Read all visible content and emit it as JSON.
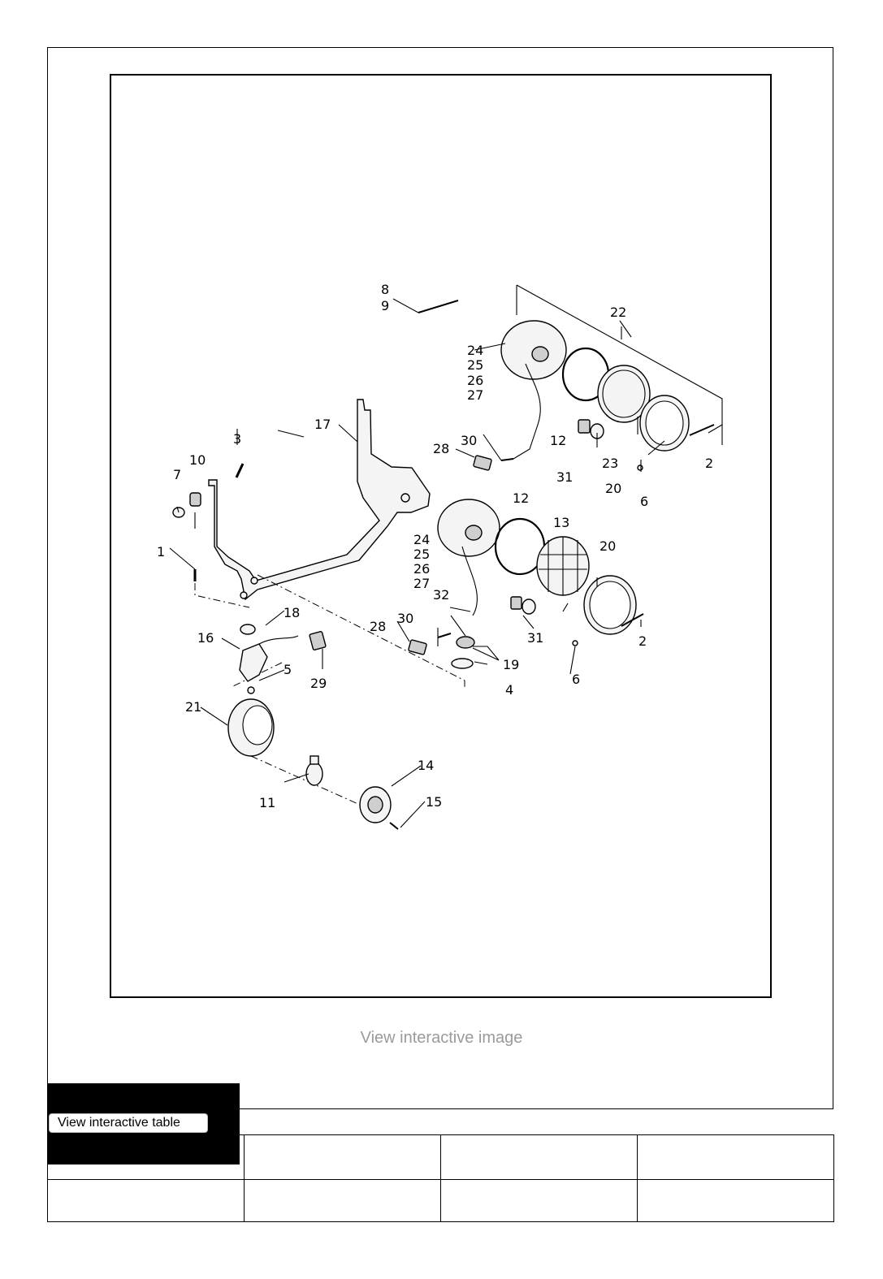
{
  "diagram": {
    "callouts": [
      "1",
      "2",
      "3",
      "4",
      "5",
      "6",
      "7",
      "8",
      "9",
      "10",
      "11",
      "12",
      "13",
      "14",
      "15",
      "16",
      "17",
      "18",
      "19",
      "20",
      "21",
      "22",
      "23",
      "24",
      "25",
      "26",
      "27",
      "28",
      "29",
      "30",
      "31",
      "32"
    ]
  },
  "links": {
    "view_image": "View interactive image",
    "view_table": "View interactive table"
  },
  "table": {
    "rows": [
      [
        "",
        "",
        "",
        ""
      ],
      [
        "",
        "",
        "",
        ""
      ]
    ]
  }
}
